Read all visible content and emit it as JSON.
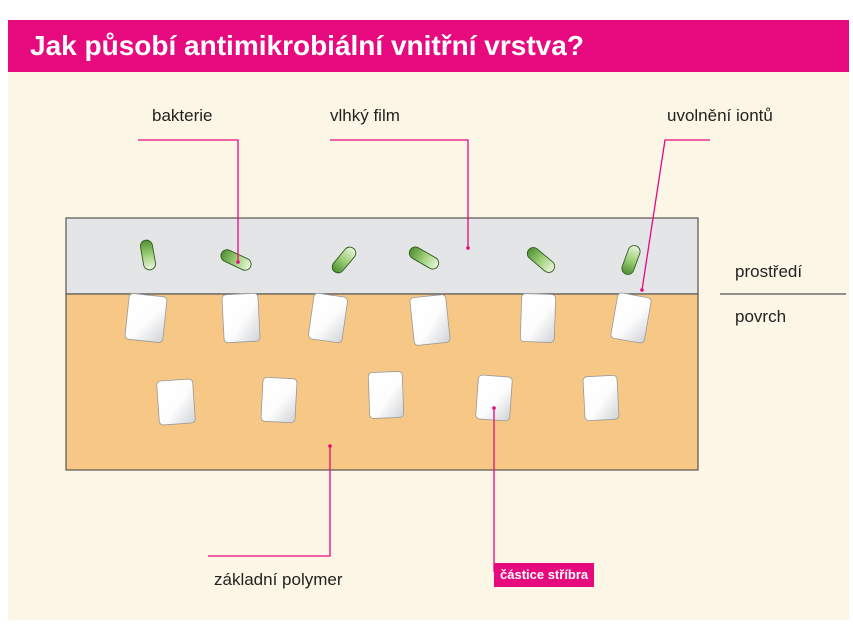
{
  "title": "Jak působí antimikrobiální vnitřní vrstva?",
  "labels": {
    "bacteria": "bakterie",
    "moist_film": "vlhký film",
    "ion_release": "uvolnění iontů",
    "environment": "prostředí",
    "surface": "povrch",
    "base_polymer": "základní polymer",
    "silver_particles": "částice stříbra"
  },
  "colors": {
    "accent": "#e60a7e",
    "panel_background": "#fcf6e6",
    "moist_film_layer": "#e3e5e7",
    "polymer_layer": "#f7c885",
    "bacteria": "#7db558",
    "silver_particle": "#ffffff"
  },
  "icons": {
    "bacteria": "bacterium-icon",
    "silver_particle": "silver-particle-shape"
  }
}
